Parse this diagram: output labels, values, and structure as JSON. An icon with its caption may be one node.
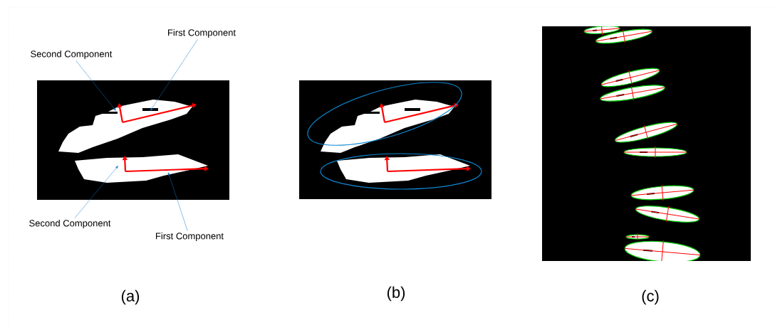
{
  "diagram": {
    "nodes": [
      {
        "text": [
          "Second Component"
        ]
      },
      {
        "text": [
          "First Component"
        ]
      },
      {
        "text": [
          "Second Component"
        ]
      },
      {
        "text": [
          "First Component"
        ]
      }
    ],
    "edges": [
      {
        "from": 0,
        "to": null,
        "arrow": "to"
      },
      {
        "from": 1,
        "to": null,
        "arrow": "to"
      },
      {
        "from": 2,
        "to": null,
        "arrow": "to"
      },
      {
        "from": 3,
        "to": null,
        "arrow": "to"
      }
    ],
    "labels": [
      "(a)",
      "(b)",
      "(c)"
    ]
  }
}
